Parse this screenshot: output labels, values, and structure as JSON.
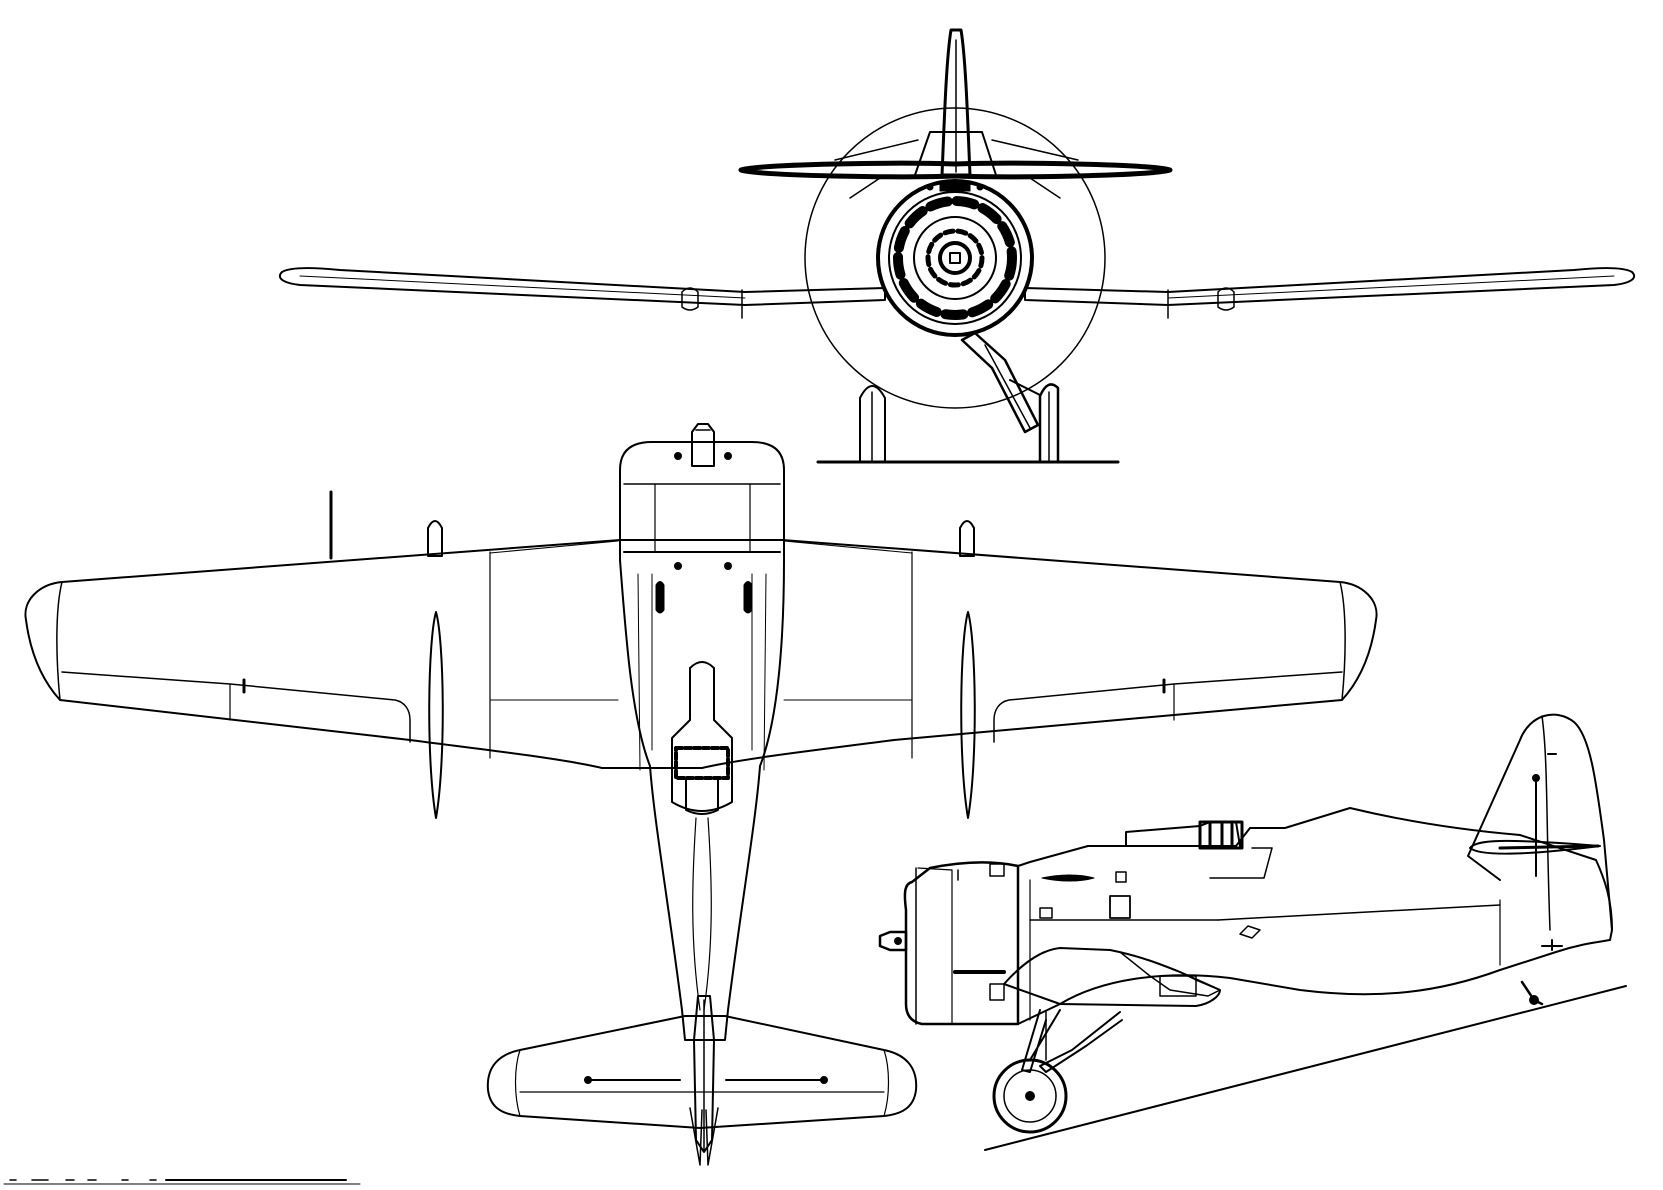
{
  "drawing": {
    "views": [
      "front-view",
      "top-view",
      "side-view"
    ],
    "line_color": "#000000",
    "background": "#ffffff",
    "scale_bar": {
      "segments": 8,
      "labels": []
    }
  }
}
